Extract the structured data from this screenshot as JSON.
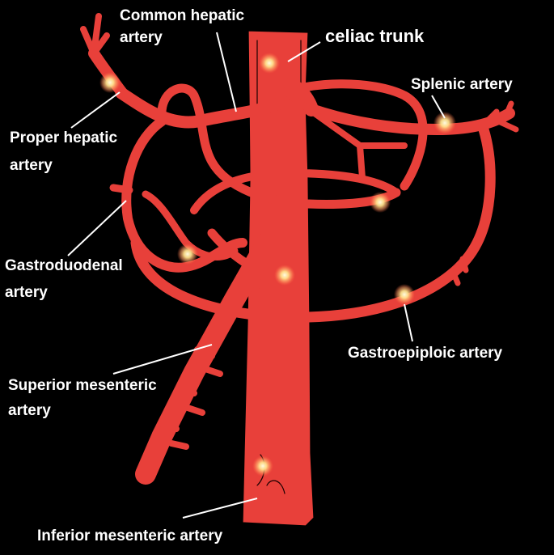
{
  "labels": {
    "common_hepatic_line1": "Common hepatic",
    "common_hepatic_line2": "artery",
    "celiac_trunk": "celiac trunk",
    "splenic": "Splenic artery",
    "proper_hepatic_line1": "Proper hepatic",
    "proper_hepatic_line2": "artery",
    "gastroduodenal_line1": "Gastroduodenal",
    "gastroduodenal_line2": "artery",
    "gastroepiploic": "Gastroepiploic artery",
    "superior_mesenteric_line1": "Superior mesenteric",
    "superior_mesenteric_line2": "artery",
    "inferior_mesenteric": "Inferior mesenteric artery"
  },
  "colors": {
    "background": "#000000",
    "vessel": "#e8403a",
    "text": "#ffffff",
    "highlight": "#ffe9a0"
  }
}
